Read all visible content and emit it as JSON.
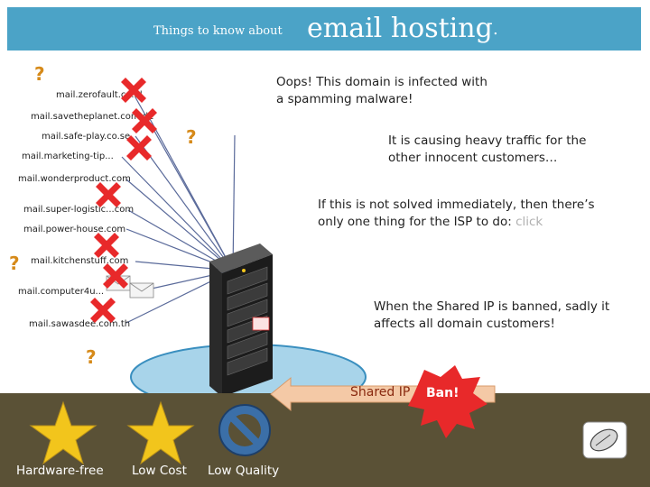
{
  "header": {
    "title_small": "Things to know about",
    "title_big": "email hosting",
    "title_period": "."
  },
  "domains": [
    "mail.zerofault.co.id",
    "mail.savetheplanet.com.de",
    "mail.safe-play.co.se",
    "mail.marketing-tip...",
    "mail.wonderproduct.com",
    "mail.super-logistic...com",
    "mail.power-house.com",
    "mail.kitchenstuff.com",
    "mail.computer4u...",
    "mail.sawasdee.com.th"
  ],
  "messages": {
    "infected": "Oops! This domain is infected with a spamming malware!",
    "traffic": "It is causing heavy traffic for the other innocent customers…",
    "solve": "If this is not solved immediately, then there’s only one thing for the ISP to do:",
    "solve_click": "click",
    "banned": "When the Shared IP is banned, sadly it affects all domain customers!"
  },
  "arrow": {
    "label": "Shared IP"
  },
  "ban": {
    "label": "Ban!"
  },
  "bottom": {
    "hardware_free": "Hardware-free",
    "low_cost": "Low Cost",
    "low_quality": "Low Quality"
  },
  "icons": {
    "question": "?",
    "unknown_domain": "question-icon",
    "infected": "red-x-icon",
    "star": "star-icon",
    "prohibited": "prohibited-icon",
    "mouse": "mouse-icon"
  },
  "colors": {
    "title_bar": "#4ba3c7",
    "ground": "#5a5136",
    "arrow": "#f4c9a6",
    "ban": "#e8292a",
    "question": "#d68a1a",
    "star": "#f2c51c"
  }
}
